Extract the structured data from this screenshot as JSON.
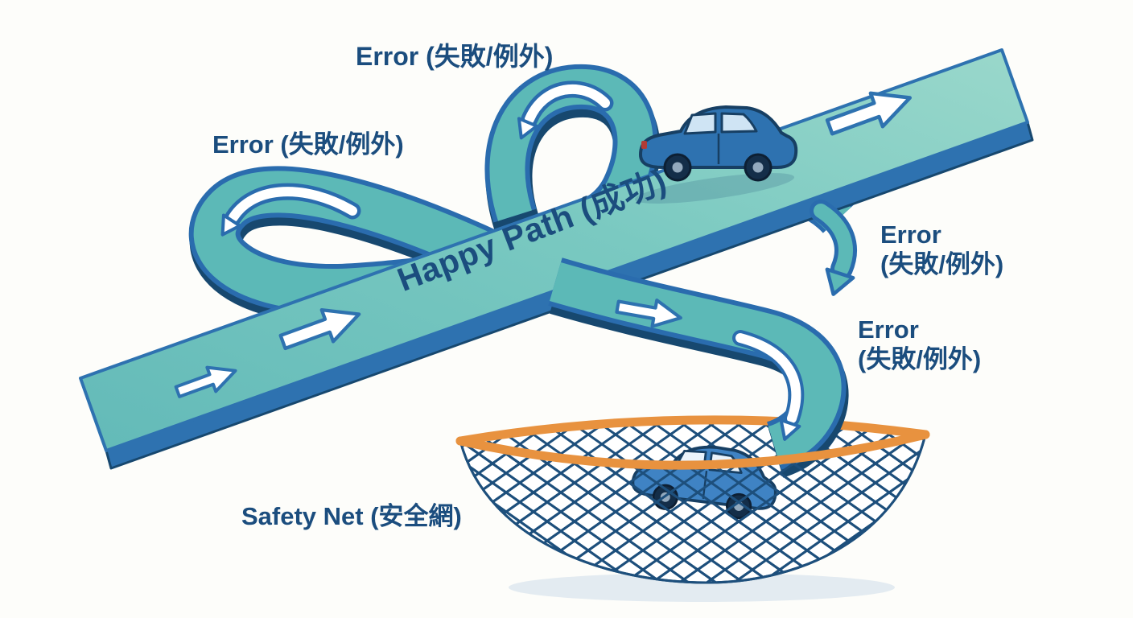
{
  "diagram": {
    "labels": {
      "error_top": "Error (失敗/例外)",
      "error_left": "Error (失敗/例外)",
      "error_right": {
        "line1": "Error",
        "line2": "(失敗/例外)"
      },
      "error_lower": {
        "line1": "Error",
        "line2": "(失敗/例外)"
      },
      "happy_path": "Happy Path (成功)",
      "safety_net": "Safety Net (安全網)"
    },
    "colors": {
      "background": "#fdfdfa",
      "road_surface_teal": "#7ac9c1",
      "road_edge_blue": "#2e72b0",
      "road_edge_dark": "#17486f",
      "loop_band_teal": "#5cb9b7",
      "arrow_white": "#ffffff",
      "label_text": "#1b4d7e",
      "net_rim_orange": "#e8923f",
      "net_mesh_blue": "#1d4f7c",
      "car_body_blue": "#2e72b0",
      "car_in_net_blue": "#3f83c4",
      "car_window": "#cfe4f4"
    }
  }
}
